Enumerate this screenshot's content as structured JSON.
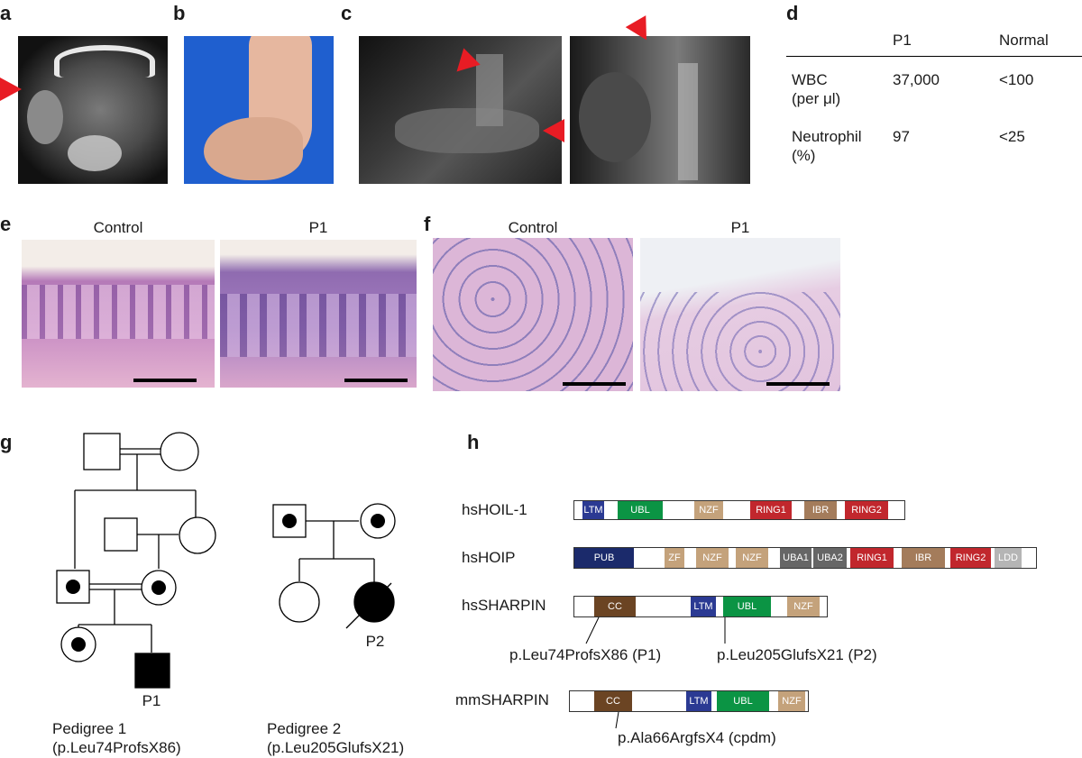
{
  "panel_labels": {
    "a": "a",
    "b": "b",
    "c": "c",
    "d": "d",
    "e": "e",
    "f": "f",
    "g": "g",
    "h": "h"
  },
  "panel_d": {
    "headers": [
      "",
      "P1",
      "Normal"
    ],
    "rows": [
      {
        "label_line1": "WBC",
        "label_line2": "(per μl)",
        "p1": "37,000",
        "normal": "<100"
      },
      {
        "label_line1": "Neutrophil",
        "label_line2": "(%)",
        "p1": "97",
        "normal": "<25"
      }
    ]
  },
  "panel_e": {
    "left_label": "Control",
    "right_label": "P1"
  },
  "panel_f": {
    "left_label": "Control",
    "right_label": "P1"
  },
  "panel_g": {
    "pedigree1": {
      "proband_label": "P1",
      "title_line1": "Pedigree 1",
      "title_line2": "(p.Leu74ProfsX86)"
    },
    "pedigree2": {
      "proband_label": "P2",
      "title_line1": "Pedigree 2",
      "title_line2": "(p.Leu205GlufsX21)"
    }
  },
  "panel_h": {
    "proteins": [
      {
        "name": "hsHOIL-1",
        "domains": [
          {
            "label": "LTM",
            "color": "#2b3a93"
          },
          {
            "label": "UBL",
            "color": "#0b9444"
          },
          {
            "label": "NZF",
            "color": "#c4a27b"
          },
          {
            "label": "RING1",
            "color": "#c1272d"
          },
          {
            "label": "IBR",
            "color": "#a47c5b"
          },
          {
            "label": "RING2",
            "color": "#c1272d"
          }
        ]
      },
      {
        "name": "hsHOIP",
        "domains": [
          {
            "label": "PUB",
            "color": "#1b2a6b"
          },
          {
            "label": "ZF",
            "color": "#c4a27b"
          },
          {
            "label": "NZF",
            "color": "#c4a27b"
          },
          {
            "label": "NZF",
            "color": "#c4a27b"
          },
          {
            "label": "UBA1",
            "color": "#666666"
          },
          {
            "label": "UBA2",
            "color": "#666666"
          },
          {
            "label": "RING1",
            "color": "#c1272d"
          },
          {
            "label": "IBR",
            "color": "#a47c5b"
          },
          {
            "label": "RING2",
            "color": "#c1272d"
          },
          {
            "label": "LDD",
            "color": "#b5b5b5"
          }
        ]
      },
      {
        "name": "hsSHARPIN",
        "domains": [
          {
            "label": "CC",
            "color": "#6b4423"
          },
          {
            "label": "LTM",
            "color": "#2b3a93"
          },
          {
            "label": "UBL",
            "color": "#0b9444"
          },
          {
            "label": "NZF",
            "color": "#c4a27b"
          }
        ]
      },
      {
        "name": "mmSHARPIN",
        "domains": [
          {
            "label": "CC",
            "color": "#6b4423"
          },
          {
            "label": "LTM",
            "color": "#2b3a93"
          },
          {
            "label": "UBL",
            "color": "#0b9444"
          },
          {
            "label": "NZF",
            "color": "#c4a27b"
          }
        ]
      }
    ],
    "mutations": {
      "hs_p1": "p.Leu74ProfsX86 (P1)",
      "hs_p2": "p.Leu205GlufsX21 (P2)",
      "mm": "p.Ala66ArgfsX4 (cpdm)"
    }
  },
  "colors": {
    "arrow": "#e81c24",
    "he_stain": "#c98fbf",
    "backdrop_blue": "#1a5ccc"
  }
}
